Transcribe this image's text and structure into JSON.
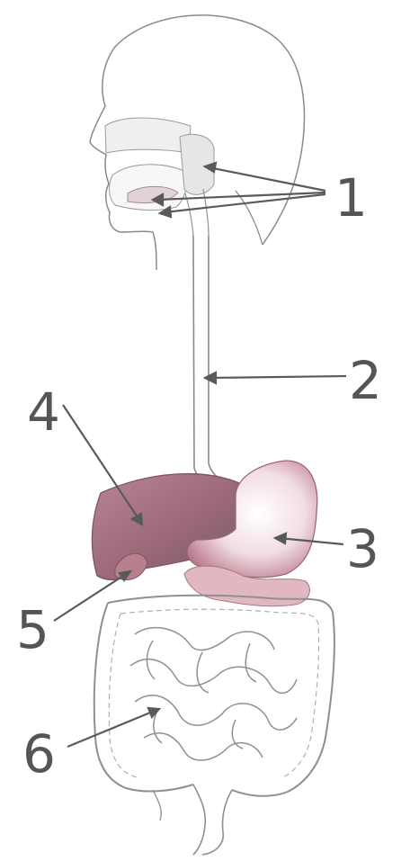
{
  "diagram": {
    "labels": [
      "1",
      "2",
      "3",
      "4",
      "5",
      "6"
    ]
  },
  "colors": {
    "outline": "#8a8a8a",
    "arrow": "#5a5a5a",
    "label": "#555555",
    "liver": "#a4707f",
    "stomach": "#c898a6",
    "gallbladder": "#b8808e",
    "pancreas": "#d6a6b2",
    "salivary": "#e6e6e6"
  }
}
